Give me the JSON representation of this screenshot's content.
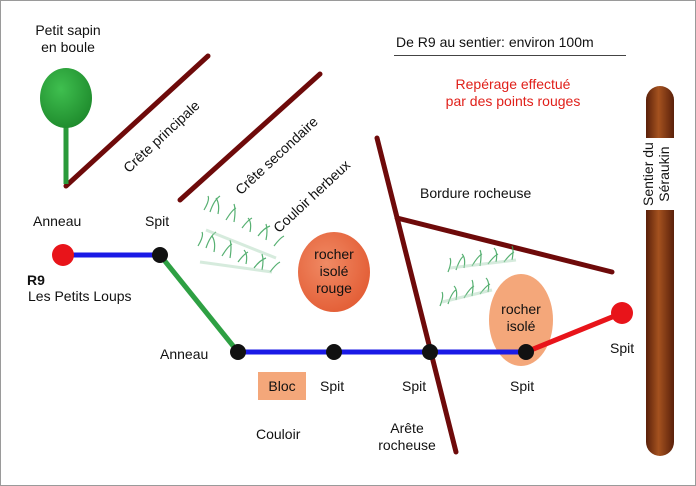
{
  "title": "De R9 au sentier: environ 100m",
  "note_line1": "Repérage effectué",
  "note_line2": "par des points rouges",
  "tree_label_line1": "Petit sapin",
  "tree_label_line2": "en boule",
  "crete_principale": "Crête principale",
  "crete_secondaire": "Crête secondaire",
  "couloir_herbeux": "Couloir herbeux",
  "bordure_rocheuse": "Bordure rocheuse",
  "sentier_line1": "Sentier du",
  "sentier_line2": "Séraukin",
  "anneau_top": "Anneau",
  "spit_top": "Spit",
  "r9": "R9",
  "petits_loups": "Les Petits Loups",
  "rocher_rouge_line1": "rocher",
  "rocher_rouge_line2": "isolé",
  "rocher_rouge_line3": "rouge",
  "rocher_isole_line1": "rocher",
  "rocher_isole_line2": "isolé",
  "anneau_bottom": "Anneau",
  "spit_1": "Spit",
  "spit_2": "Spit",
  "spit_3": "Spit",
  "spit_right": "Spit",
  "bloc": "Bloc",
  "couloir": "Couloir",
  "arete_line1": "Arête",
  "arete_line2": "rocheuse",
  "colors": {
    "route_blue": "#1a1ae6",
    "route_green": "#2ea043",
    "route_red": "#e8141a",
    "ridge": "#6e0a0a",
    "trail": "#8b3a14",
    "rock_red": "#e8623c",
    "rock_orange": "#f4a77a",
    "tree": "#2a9a3a"
  }
}
